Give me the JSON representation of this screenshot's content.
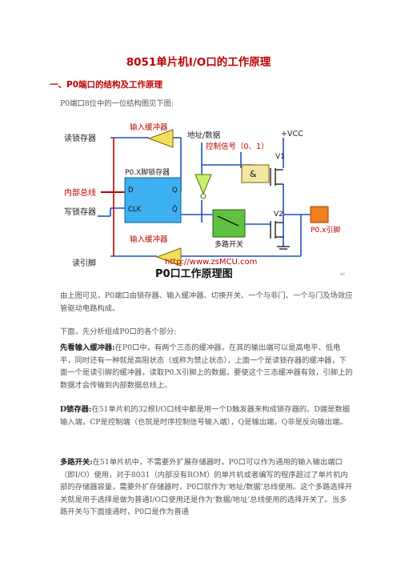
{
  "title": "8051单片机I/O口的工作原理",
  "section1": "一、P0端口的结构及工作原理",
  "intro": "P0端口8位中的一位结构图见下图:",
  "figure": {
    "read_latch": "读锁存器",
    "input_buffer_top": "输入缓冲器",
    "addr_data": "地址/数据",
    "vcc": "+VCC",
    "ctrl_signal": "控制信号（0、1）",
    "and_gate": "&",
    "v1": "V1",
    "latch_title": "P0.X脚锁存器",
    "d": "D",
    "q": "Q",
    "clk": "CLK",
    "qbar": "Q̄",
    "internal_bus": "内部总线",
    "write_latch": "写锁存器",
    "v2": "V2",
    "pin": "P0.x引脚",
    "input_buffer_bottom": "输入缓冲器",
    "mux": "多路开关",
    "read_pin": "读引脚",
    "url": "http://www.zsMCU.com",
    "caption": "P0口工作原理图"
  },
  "para1": "由上图可见，P0端口由锁存器、输入缓冲器、切换开关、一个与非门、一个与门及场效应管驱动电路构成。",
  "para2": "下面，先分析组成P0口的各个部分:",
  "para3_label": "先看输入缓冲器:",
  "para3_text": "在P0口中，有两个三态的缓冲器，在其的输出端可以是高电平、低电平，同时还有一种就是高阻状态（或称为禁止状态），上面一个是读锁存器的缓冲器，下面一个是读引脚的缓冲器，读取P0.X引脚上的数据，要使这个三态缓冲器有效，引脚上的数据才会传输到内部数据总线上。",
  "para4_label": "D锁存器:",
  "para4_text": "在51单片机的32根I/O口线中都是用一个D触发器来构成锁存器的。D端是数据输入端，CP是控制端（也就是时序控制信号输入端），Q是输出端，Q非是反向输出端。",
  "para5_label": "多路开关:",
  "para5_text": "在51单片机中，不需要外扩展存储器时，P0口可以作为通用的输入输出端口（即I/O）使用，对于8031（内部没有ROM）的单片机或者编写的程序超过了单片机内部的存储器容量，需要外扩存储器时，P0口就作为‘地址/数据’总线使用。这个多路选择开关就是用于选择是做为普通I/O口使用还是作为‘数据/地址’总线使用的选择开关了。当多路开关与下面接通时，P0口是作为普通"
}
